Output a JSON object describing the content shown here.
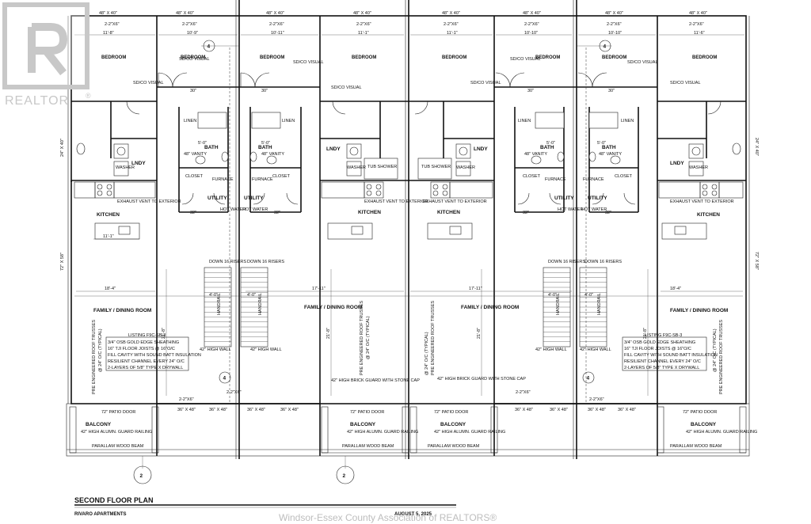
{
  "brand": {
    "logo_text": "REALTOR",
    "logo_mark": "®"
  },
  "watermark": "Windsor-Essex County Association of REALTORS®",
  "plan": {
    "title": "SECOND FLOOR PLAN",
    "subtitle": "RIVARO APARTMENTS",
    "date": "AUGUST 5, 2025"
  },
  "top_dims": [
    "48\" X 40\"",
    "48\" X 40\"",
    "48\" X 40\"",
    "48\" X 40\"",
    "48\" X 40\"",
    "48\" X 40\"",
    "48\" X 40\"",
    "48\" X 40\""
  ],
  "headers": [
    "2-2\"X6\"",
    "2-2\"X6\"",
    "2-2\"X6\"",
    "2-2\"X6\"",
    "2-2\"X6\"",
    "2-2\"X6\"",
    "2-2\"X6\"",
    "2-2\"X6\""
  ],
  "room_dims": [
    "11'-8\"",
    "10'-9\"",
    "10'-11\"",
    "11'-1\"",
    "11'-1\"",
    "10'-10\"",
    "10'-10\"",
    "11'-6\""
  ],
  "rooms": {
    "bedroom": "BEDROOM",
    "bath": "BATH",
    "lndy": "LNDY",
    "utility": "UTILITY",
    "kitchen": "KITCHEN",
    "family": "FAMILY / DINING ROOM",
    "balcony": "BALCONY",
    "closet": "CLOSET",
    "linen": "LINEN",
    "furnace": "FURNACE",
    "hot_water": "HOT WATER",
    "washer": "WASHER",
    "tub_shower": "TUB SHOWER",
    "vanity": "48\" VANITY",
    "sdco": "SD/CO VISUAL",
    "exhaust": "EXHAUST VENT TO EXTERIOR",
    "down": "DOWN 16 RISERS",
    "handrail": "HANDRAIL",
    "high_wall": "42\" HIGH WALL",
    "brick_guard": "42\" HIGH BRICK GUARD WITH STONE CAP",
    "alum_guard": "42\" HIGH ALUMN. GUARD RAILING",
    "patio_door": "72\" PATIO DOOR",
    "parallam": "PARALLAM WOOD BEAM",
    "trusses": "PRE ENGINEERED ROOF TRUSSES",
    "oc": "@ 24\" O/C (TYPICAL)",
    "window_a": "36\" X 48\"",
    "window_b": "2-2\"X6\""
  },
  "dims": {
    "family_w_a": "18'-4\"",
    "family_w_b": "17'-11\"",
    "family_h": "21'-8\"",
    "kitchen_w": "11'-1\"",
    "side_upper": "24\" X 40\"",
    "side_lower": "72\" X 58\"",
    "stair_w": "4'-0\"",
    "c30": "30\"",
    "c32": "32\"",
    "bath_w": "5'-0\""
  },
  "listing_note": {
    "title": "LISTING F9C-SB-3",
    "lines": [
      "3/4\" OSB GOLD EDGE SHEATHING",
      "16\" TJI FLOOR JOISTS @ 16\"O/C",
      "FILL CAVITY WITH SOUND BATT INSULATION",
      "RESILIENT CHANNEL EVERY 24\" O/C",
      "2-LAYERS OF 5/8\" TYPE X DRYWALL"
    ]
  },
  "markers": {
    "section_4": "4",
    "section_2": "2"
  }
}
